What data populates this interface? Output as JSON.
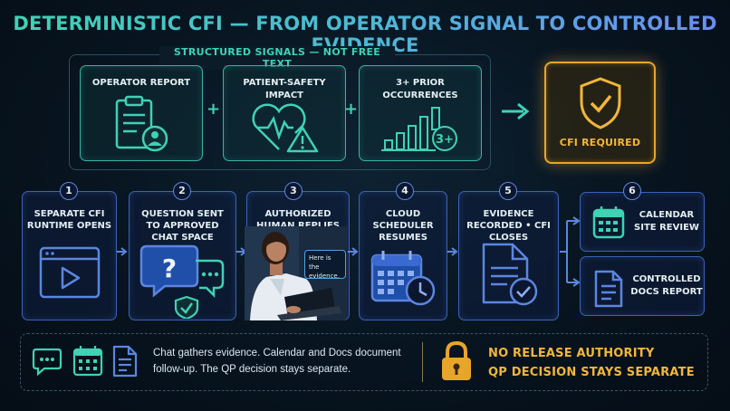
{
  "title": "DETERMINISTIC CFI — FROM OPERATOR SIGNAL TO CONTROLLED EVIDENCE",
  "signals": {
    "label": "STRUCTURED SIGNALS — NOT FREE TEXT",
    "cards": [
      {
        "label": "OPERATOR REPORT",
        "icon": "clipboard-user-icon"
      },
      {
        "label": "PATIENT-SAFETY IMPACT",
        "icon": "heart-warning-icon"
      },
      {
        "label": "3+ PRIOR OCCURRENCES",
        "icon": "bar-chart-3plus-icon"
      }
    ],
    "plus": "+",
    "badge": "3+"
  },
  "outcome": {
    "label": "CFI REQUIRED",
    "icon": "shield-check-icon"
  },
  "steps": [
    {
      "number": "1",
      "label": "SEPARATE CFI RUNTIME OPENS",
      "icon": "video-window-icon"
    },
    {
      "number": "2",
      "label": "QUESTION SENT TO APPROVED CHAT SPACE",
      "icon": "chat-question-icon"
    },
    {
      "number": "3",
      "label": "AUTHORIZED HUMAN REPLIES",
      "icon": "person-laptop-photo",
      "bubble": "Here is the evidence."
    },
    {
      "number": "4",
      "label": "CLOUD SCHEDULER RESUMES",
      "icon": "calendar-clock-icon"
    },
    {
      "number": "5",
      "label": "EVIDENCE RECORDED • CFI CLOSES",
      "icon": "document-check-icon"
    },
    {
      "number": "6",
      "label": ""
    }
  ],
  "outputs": [
    {
      "label": "CALENDAR SITE REVIEW",
      "icon": "calendar-icon"
    },
    {
      "label": "CONTROLLED DOCS REPORT",
      "icon": "document-icon"
    }
  ],
  "footer": {
    "text": "Chat gathers evidence. Calendar and Docs document follow-up. The QP decision stays separate.",
    "release_line1": "NO RELEASE AUTHORITY",
    "release_line2": "QP DECISION STAYS SEPARATE",
    "icons": [
      "chat-icon",
      "calendar-icon",
      "document-icon",
      "lock-icon"
    ]
  },
  "colors": {
    "teal": "#3fd2b4",
    "blue": "#3a62b8",
    "amber": "#f2b63a",
    "background": "#07131e"
  }
}
